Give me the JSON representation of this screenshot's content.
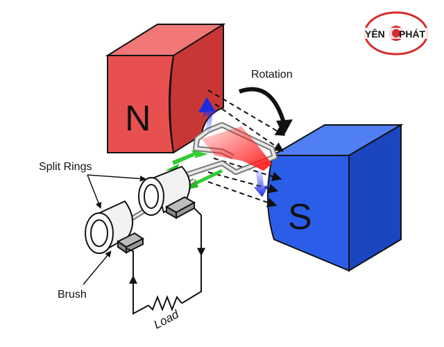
{
  "logo": {
    "text_left": "YÊN",
    "text_right": "PHÁT",
    "ring_color": "#d62b2b",
    "text_color": "#1f3b8f"
  },
  "diagram": {
    "label_rotation": "Rotation",
    "label_north": "N",
    "label_south": "S",
    "label_split_rings": "Split Rings",
    "label_brush": "Brush",
    "label_load": "Load"
  },
  "colors": {
    "north_front": "#e85050",
    "north_top": "#f27777",
    "north_side": "#c93636",
    "south_front": "#2a5ee8",
    "south_top": "#4f7ff2",
    "south_side": "#1c45c0",
    "field_arrow": "#111111",
    "current_arrow": "#33cc33",
    "force_arrow": "#1f2fd6",
    "motion_arrow": "#ee2222"
  }
}
